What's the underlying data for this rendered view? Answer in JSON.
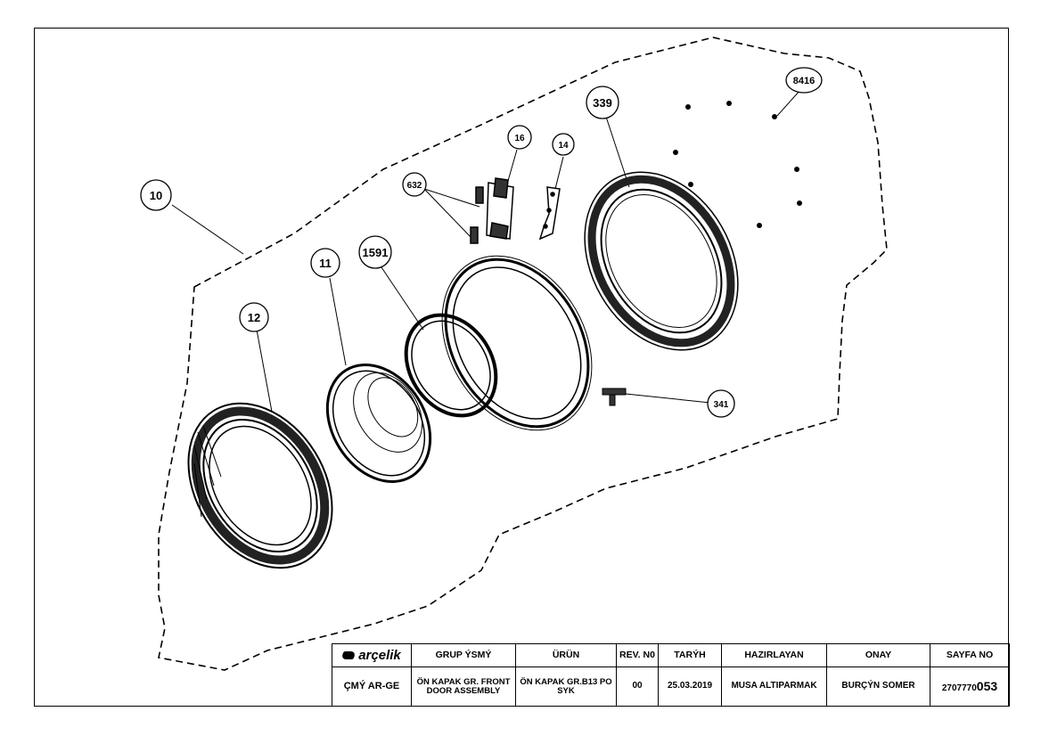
{
  "callouts": {
    "c10": "10",
    "c12": "12",
    "c11": "11",
    "c1591": "1591",
    "c632": "632",
    "c16": "16",
    "c14": "14",
    "c339": "339",
    "c8416": "8416",
    "c341": "341"
  },
  "title_block": {
    "logo_text": "arçelik",
    "headers": {
      "group_name": "GRUP ÝSMÝ",
      "product": "ÜRÜN",
      "rev_no": "REV. N0",
      "date": "TARÝH",
      "prepared_by": "HAZIRLAYAN",
      "approval": "ONAY",
      "page_no": "SAYFA NO"
    },
    "values": {
      "dept": "ÇMÝ AR-GE",
      "group_name": "ÖN KAPAK GR. FRONT DOOR ASSEMBLY",
      "product": "ÖN KAPAK GR.B13 PO SYK",
      "rev_no": "00",
      "date": "25.03.2019",
      "prepared_by": "MUSA ALTIPARMAK",
      "approval": "BURÇÝN SOMER",
      "page_no_prefix": "2707770",
      "page_no_suffix": "053"
    }
  }
}
